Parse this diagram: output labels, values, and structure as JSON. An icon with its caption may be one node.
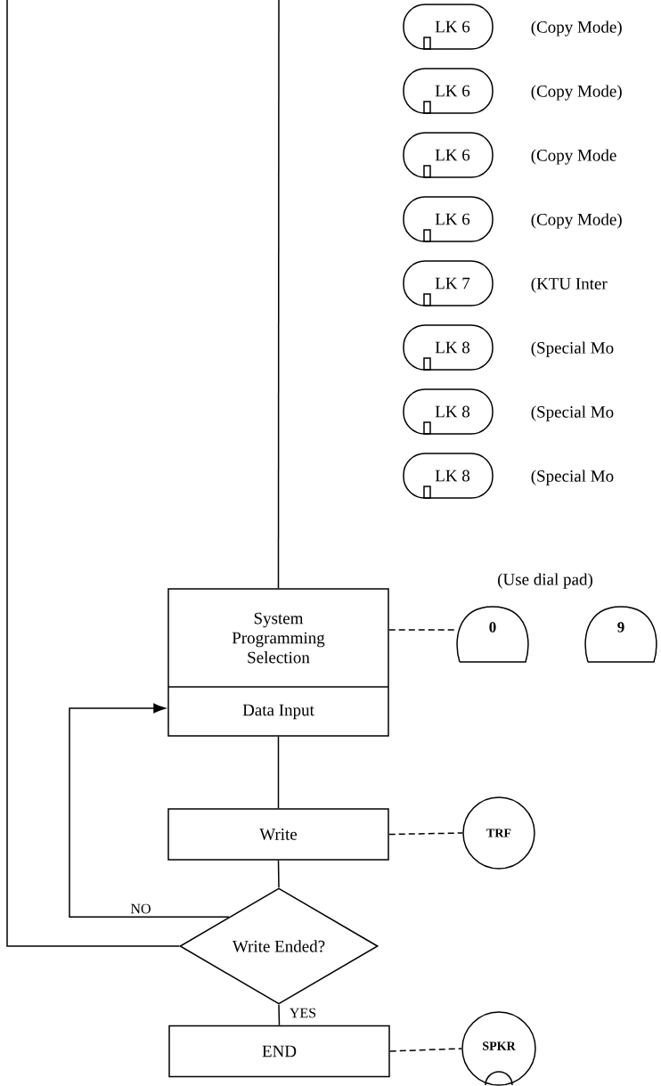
{
  "diagram": {
    "nodes": [
      {
        "text": [
          "LK 6"
        ],
        "beside": [
          "(Copy Mode)"
        ]
      },
      {
        "text": [
          "LK 6"
        ],
        "beside": [
          "(Copy Mode)"
        ]
      },
      {
        "text": [
          "LK 6"
        ],
        "beside": [
          "(Copy Mode"
        ]
      },
      {
        "text": [
          "LK 6"
        ],
        "beside": [
          "(Copy Mode)"
        ]
      },
      {
        "text": [
          "LK 7"
        ],
        "beside": [
          "(KTU Inter"
        ]
      },
      {
        "text": [
          "LK 8"
        ],
        "beside": [
          "(Special Mo"
        ]
      },
      {
        "text": [
          "LK 8"
        ],
        "beside": [
          "(Special Mo"
        ]
      },
      {
        "text": [
          "LK 8"
        ],
        "beside": [
          "(Special Mo"
        ]
      },
      {
        "text": [
          "System Programming Selection",
          "Data Input"
        ]
      },
      {
        "text": [
          "0"
        ]
      },
      {
        "text": [
          "9"
        ]
      },
      {
        "text": [
          "Write"
        ]
      },
      {
        "text": [
          "TRF"
        ]
      },
      {
        "text": [
          "Write Ended?"
        ]
      },
      {
        "text": [
          "END"
        ]
      },
      {
        "text": [
          "SPKR"
        ]
      }
    ],
    "edges": [
      {
        "from": null,
        "to": 8,
        "arrow": "none"
      },
      {
        "from": 13,
        "to": null,
        "arrow": "none"
      },
      {
        "from": 13,
        "to": 8,
        "arrow": "to",
        "label": "NO"
      },
      {
        "from": 8,
        "to": 11,
        "arrow": "none"
      },
      {
        "from": 11,
        "to": 13,
        "arrow": "none"
      },
      {
        "from": 13,
        "to": 14,
        "arrow": "none",
        "label": "YES"
      },
      {
        "from": 8,
        "to": 9,
        "arrow": "none",
        "style": "dashed"
      },
      {
        "from": 11,
        "to": 12,
        "arrow": "none",
        "style": "dashed"
      },
      {
        "from": 14,
        "to": 15,
        "arrow": "none",
        "style": "dashed"
      }
    ],
    "labels": [
      "(Use dial pad)"
    ]
  }
}
